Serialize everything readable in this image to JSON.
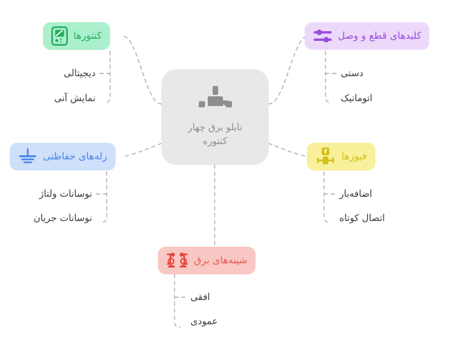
{
  "diagram": {
    "type": "mindmap",
    "background": "#ffffff",
    "center": {
      "label_line1": "تابلو برق چهار",
      "label_line2": "کنتوره",
      "icon": "distribution-hub-icon",
      "bg_color": "#e8e8e8",
      "text_color": "#8e8e8e"
    },
    "branches": [
      {
        "id": "meters",
        "label": "کنتورها",
        "icon": "electric-meter-icon",
        "bg_color": "#aaf0cd",
        "text_color": "#27ae60",
        "icon_color": "#27ae60",
        "children": [
          "دیجیتالی",
          "نمایش آنی"
        ]
      },
      {
        "id": "switches",
        "label": "کلیدهای قطع و وصل",
        "icon": "sliders-toggle-icon",
        "bg_color": "#ecd9fa",
        "text_color": "#9b4dde",
        "icon_color": "#9b4dde",
        "children": [
          "دستی",
          "اتوماتیک"
        ]
      },
      {
        "id": "relays",
        "label": "رله‌های حفاظتی",
        "icon": "ground-earth-icon",
        "bg_color": "#cfe0fb",
        "text_color": "#4a86e8",
        "icon_color": "#4a86e8",
        "children": [
          "نوسانات ولتاژ",
          "نوسانات جریان"
        ]
      },
      {
        "id": "fuses",
        "label": "فیوزها",
        "icon": "fuse-icon",
        "bg_color": "#f8f09a",
        "text_color": "#d4c016",
        "icon_color": "#d4c016",
        "children": [
          "اضافه‌بار",
          "اتصال کوتاه"
        ]
      },
      {
        "id": "busbars",
        "label": "شینه‌های برق",
        "icon": "busbar-connector-icon",
        "bg_color": "#fac8c4",
        "text_color": "#e8584f",
        "icon_color": "#e0473e",
        "children": [
          "افقی",
          "عمودی"
        ]
      }
    ],
    "connector": {
      "style": "dashed",
      "color": "#b0b0b0"
    }
  }
}
